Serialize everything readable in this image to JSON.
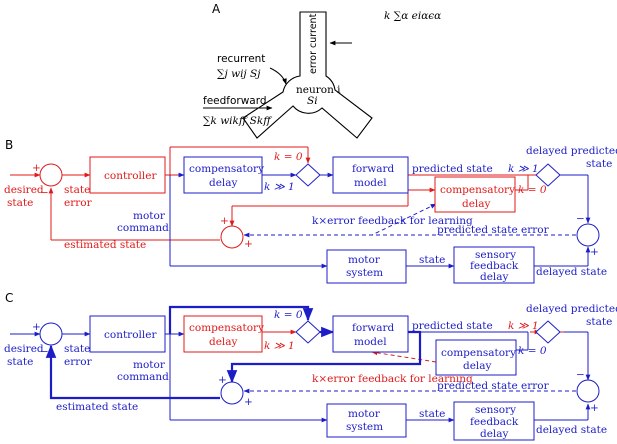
{
  "colors": {
    "blue": "#1d1dc8",
    "red": "#e01a1a",
    "black": "#000000"
  },
  "panel_a": {
    "label": "A",
    "error_current": "error current",
    "error_sum": "k ∑α eiαϵα",
    "recurrent_label": "recurrent",
    "recurrent_sum": "∑j wij Sj",
    "feedforward_label": "feedforward",
    "feedforward_sum": "∑k wikff Skff",
    "neuron_label": "neuron i",
    "neuron_state": "Si"
  },
  "panel_b": {
    "label": "B",
    "desired_state": [
      "desired",
      "state"
    ],
    "state_error": [
      "state",
      "error"
    ],
    "controller": "controller",
    "motor_command": [
      "motor",
      "command"
    ],
    "compensatory_delay": [
      "compensatory",
      "delay"
    ],
    "k_zero": "k = 0",
    "k_large": "k ≫ 1",
    "forward_model": [
      "forward",
      "model"
    ],
    "predicted_state": "predicted state",
    "delayed_predicted_state": [
      "delayed predicted",
      "state"
    ],
    "k_error_feedback": "k×error feedback for learning",
    "predicted_state_error": "predicted state error",
    "estimated_state": "estimated state",
    "motor_system": [
      "motor",
      "system"
    ],
    "state": "state",
    "sensory_feedback_delay": [
      "sensory",
      "feedback",
      "delay"
    ],
    "delayed_state": "delayed state",
    "plus": "+",
    "minus": "−"
  },
  "panel_c": {
    "label": "C",
    "desired_state": [
      "desired",
      "state"
    ],
    "state_error": [
      "state",
      "error"
    ],
    "controller": "controller",
    "motor_command": [
      "motor",
      "command"
    ],
    "compensatory_delay": [
      "compensatory",
      "delay"
    ],
    "k_zero": "k = 0",
    "k_large": "k ≫ 1",
    "forward_model": [
      "forward",
      "model"
    ],
    "predicted_state": "predicted state",
    "delayed_predicted_state": [
      "delayed predicted",
      "state"
    ],
    "k_error_feedback": "k×error feedback for learning",
    "predicted_state_error": "predicted state error",
    "estimated_state": "estimated state",
    "motor_system": [
      "motor",
      "system"
    ],
    "state": "state",
    "sensory_feedback_delay": [
      "sensory",
      "feedback",
      "delay"
    ],
    "delayed_state": "delayed state",
    "plus": "+",
    "minus": "−"
  }
}
